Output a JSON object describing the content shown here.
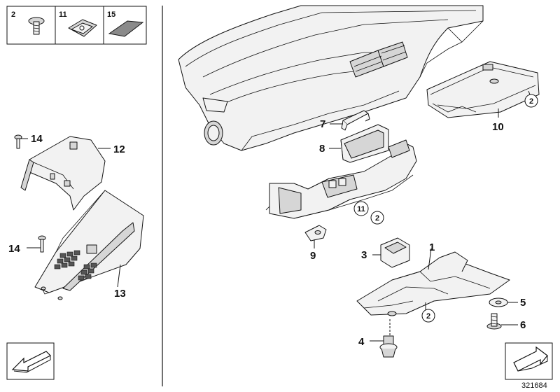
{
  "legend": [
    {
      "number": "2",
      "icon": "screw-icon"
    },
    {
      "number": "11",
      "icon": "clip-nut-icon"
    },
    {
      "number": "15",
      "icon": "foam-pad-icon"
    }
  ],
  "callouts": [
    {
      "id": "1",
      "label": "1"
    },
    {
      "id": "2",
      "label": "2"
    },
    {
      "id": "3",
      "label": "3"
    },
    {
      "id": "4",
      "label": "4"
    },
    {
      "id": "5",
      "label": "5"
    },
    {
      "id": "6",
      "label": "6"
    },
    {
      "id": "7",
      "label": "7"
    },
    {
      "id": "8",
      "label": "8"
    },
    {
      "id": "9",
      "label": "9"
    },
    {
      "id": "10",
      "label": "10"
    },
    {
      "id": "12",
      "label": "12"
    },
    {
      "id": "13",
      "label": "13"
    },
    {
      "id": "14",
      "label": "14"
    }
  ],
  "circled_refs": {
    "a": "2",
    "b": "11",
    "c": "2",
    "d": "2"
  },
  "diagram_number": "321684",
  "colors": {
    "line": "#111111",
    "fill": "#f2f2f2",
    "shade": "#d6d6d6"
  }
}
